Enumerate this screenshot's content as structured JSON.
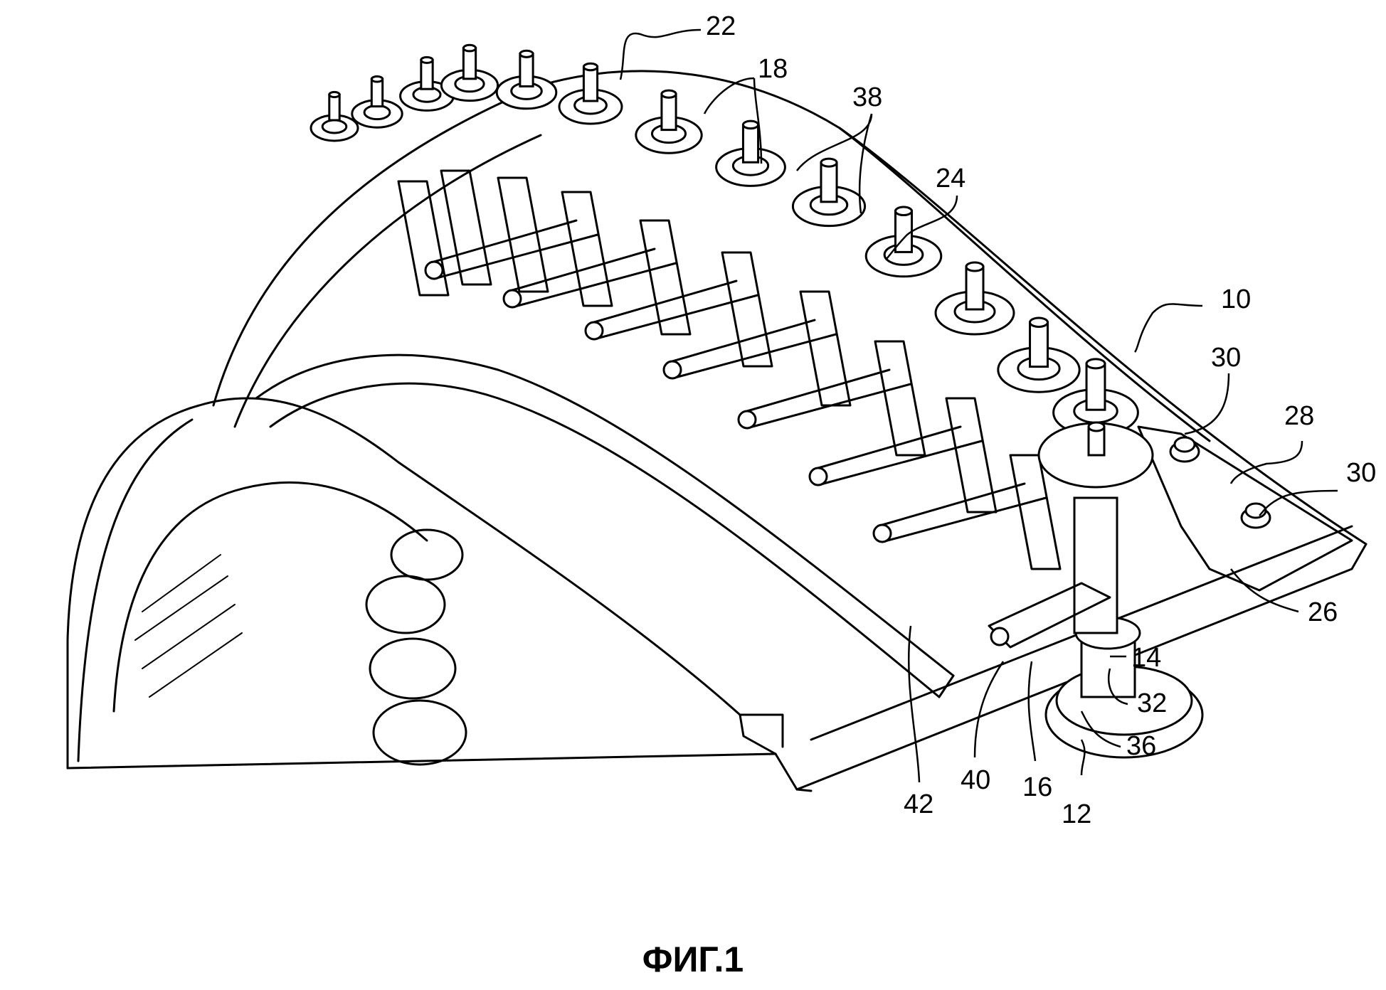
{
  "figure": {
    "caption": "ФИГ.1",
    "subject": "Ring of variable-pitch stator vanes with pivot control levers (patent drawing)"
  },
  "reference_labels": [
    {
      "id": "ref-22",
      "text": "22"
    },
    {
      "id": "ref-18",
      "text": "18"
    },
    {
      "id": "ref-38",
      "text": "38"
    },
    {
      "id": "ref-24",
      "text": "24"
    },
    {
      "id": "ref-10",
      "text": "10"
    },
    {
      "id": "ref-30a",
      "text": "30"
    },
    {
      "id": "ref-28",
      "text": "28"
    },
    {
      "id": "ref-30b",
      "text": "30"
    },
    {
      "id": "ref-26",
      "text": "26"
    },
    {
      "id": "ref-14",
      "text": "14"
    },
    {
      "id": "ref-32",
      "text": "32"
    },
    {
      "id": "ref-36",
      "text": "36"
    },
    {
      "id": "ref-12",
      "text": "12"
    },
    {
      "id": "ref-16",
      "text": "16"
    },
    {
      "id": "ref-40",
      "text": "40"
    },
    {
      "id": "ref-42",
      "text": "42"
    }
  ],
  "colors": {
    "ink": "#000000",
    "paper": "#ffffff"
  }
}
